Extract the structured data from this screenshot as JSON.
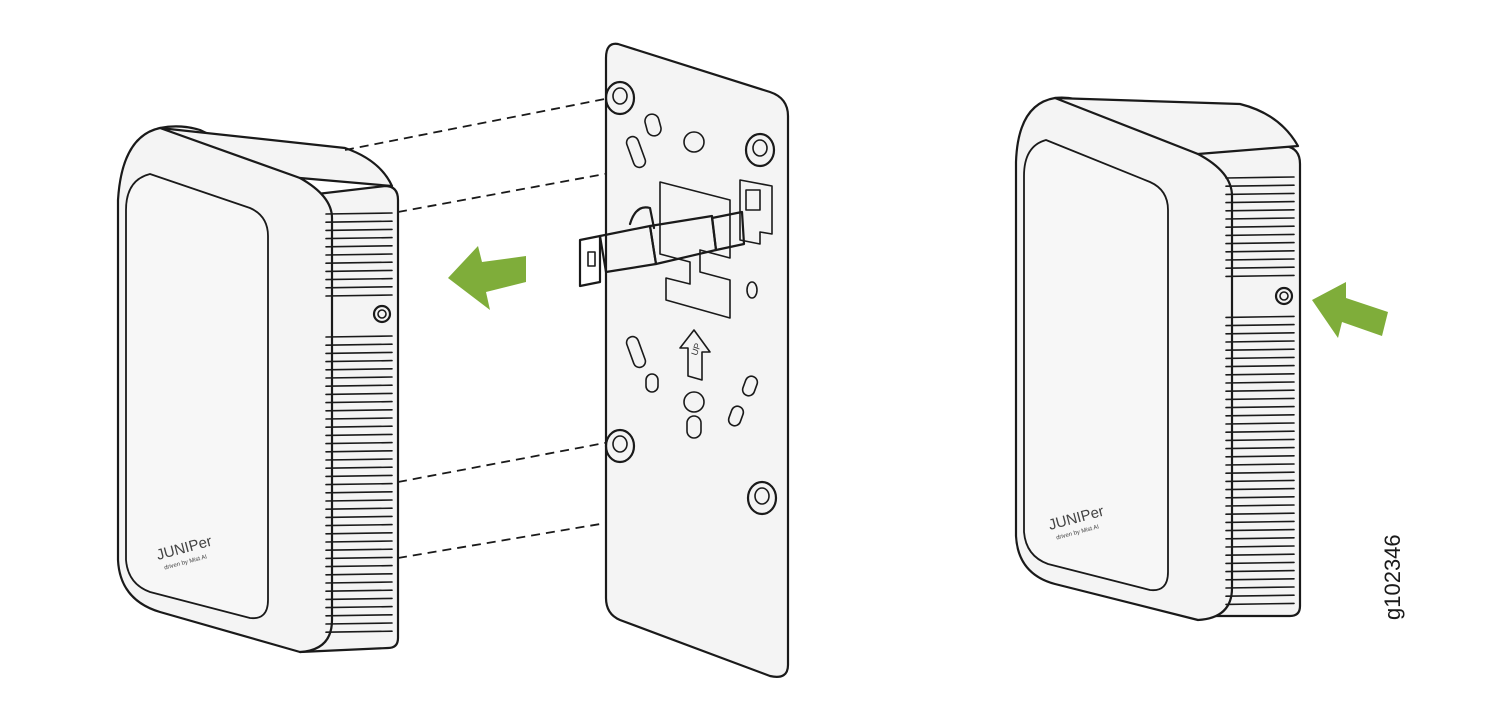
{
  "diagram": {
    "figure_id": "g102346",
    "brand": {
      "wordmark": "JUNIPer",
      "tagline": "driven by Mist AI"
    },
    "bracket_label": "UP",
    "colors": {
      "arrow": "#7fad3a",
      "outline": "#1a1a1a",
      "device_body": "#f4f4f4",
      "cable_connector": "#8c8c8c"
    }
  }
}
